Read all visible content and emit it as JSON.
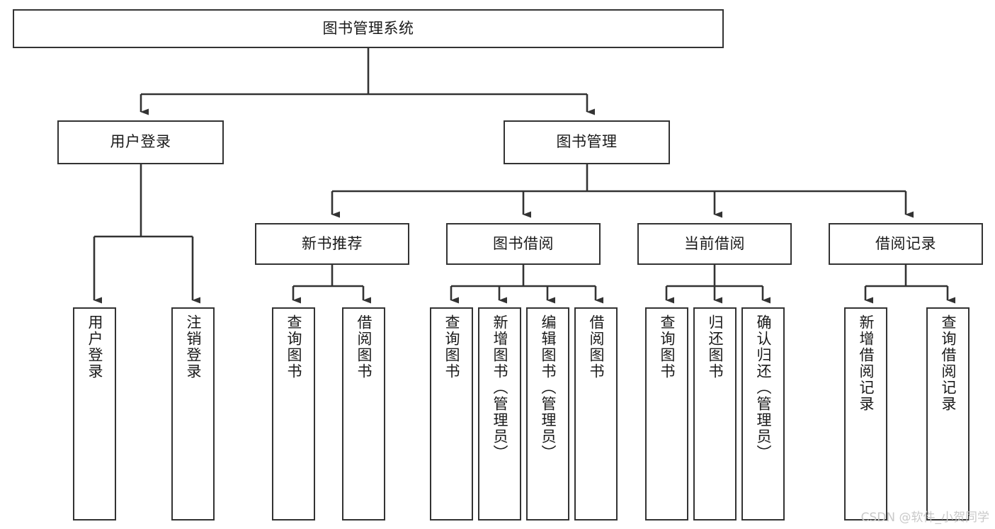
{
  "diagram": {
    "title": "图书管理系统",
    "type": "tree",
    "orientation": "top-down",
    "colors": {
      "box_border": "#333333",
      "box_fill": "#ffffff",
      "connector": "#333333",
      "text": "#1a1a1a",
      "watermark": "#c9c9c9",
      "background": "#ffffff"
    },
    "nodes": {
      "root": {
        "label": "图书管理系统",
        "level": 1,
        "text_direction": "horizontal"
      },
      "l2": [
        {
          "id": "user-login",
          "label": "用户登录",
          "level": 2,
          "text_direction": "horizontal"
        },
        {
          "id": "book-manage",
          "label": "图书管理",
          "level": 2,
          "text_direction": "horizontal"
        }
      ],
      "l3": [
        {
          "id": "new-book-recommend",
          "label": "新书推荐",
          "level": 3,
          "text_direction": "horizontal",
          "parent": "book-manage"
        },
        {
          "id": "book-borrow",
          "label": "图书借阅",
          "level": 3,
          "text_direction": "horizontal",
          "parent": "book-manage"
        },
        {
          "id": "current-borrow",
          "label": "当前借阅",
          "level": 3,
          "text_direction": "horizontal",
          "parent": "book-manage"
        },
        {
          "id": "borrow-record",
          "label": "借阅记录",
          "level": 3,
          "text_direction": "horizontal",
          "parent": "book-manage"
        }
      ],
      "leaves": [
        {
          "id": "leaf-user-login",
          "label": "用户登录",
          "parent": "user-login",
          "text_direction": "vertical"
        },
        {
          "id": "leaf-logout-login",
          "label": "注销登录",
          "parent": "user-login",
          "text_direction": "vertical"
        },
        {
          "id": "leaf-query-book-1",
          "label": "查询图书",
          "parent": "new-book-recommend",
          "text_direction": "vertical"
        },
        {
          "id": "leaf-borrow-book-1",
          "label": "借阅图书",
          "parent": "new-book-recommend",
          "text_direction": "vertical"
        },
        {
          "id": "leaf-query-book-2",
          "label": "查询图书",
          "parent": "book-borrow",
          "text_direction": "vertical"
        },
        {
          "id": "leaf-add-book-admin",
          "label": "新增图书（管理员）",
          "parent": "book-borrow",
          "text_direction": "vertical"
        },
        {
          "id": "leaf-edit-book-admin",
          "label": "编辑图书（管理员）",
          "parent": "book-borrow",
          "text_direction": "vertical"
        },
        {
          "id": "leaf-borrow-book-2",
          "label": "借阅图书",
          "parent": "book-borrow",
          "text_direction": "vertical"
        },
        {
          "id": "leaf-query-book-3",
          "label": "查询图书",
          "parent": "current-borrow",
          "text_direction": "vertical"
        },
        {
          "id": "leaf-return-book",
          "label": "归还图书",
          "parent": "current-borrow",
          "text_direction": "vertical"
        },
        {
          "id": "leaf-confirm-return-admin",
          "label": "确认归还（管理员）",
          "parent": "current-borrow",
          "text_direction": "vertical"
        },
        {
          "id": "leaf-add-borrow-record",
          "label": "新增借阅记录",
          "parent": "borrow-record",
          "text_direction": "vertical"
        },
        {
          "id": "leaf-query-borrow-record",
          "label": "查询借阅记录",
          "parent": "borrow-record",
          "text_direction": "vertical"
        }
      ]
    }
  },
  "watermark": {
    "text": "CSDN @软件_小贺同学"
  }
}
